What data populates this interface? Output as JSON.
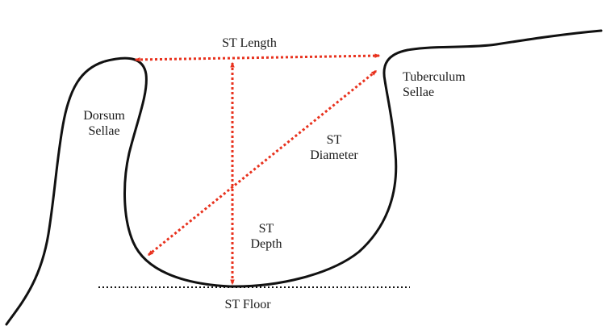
{
  "labels": {
    "st_length": "ST Length",
    "tuberculum_sellae": [
      "Tuberculum",
      "Sellae"
    ],
    "dorsum_sellae": [
      "Dorsum",
      "Sellae"
    ],
    "st_diameter": [
      "ST",
      "Diameter"
    ],
    "st_depth": [
      "ST",
      "Depth"
    ],
    "st_floor": "ST Floor"
  },
  "colors": {
    "outline": "#111111",
    "measurement_arrows": "#e8321e",
    "floor_line": "#111111",
    "text": "#1a1a1a"
  }
}
